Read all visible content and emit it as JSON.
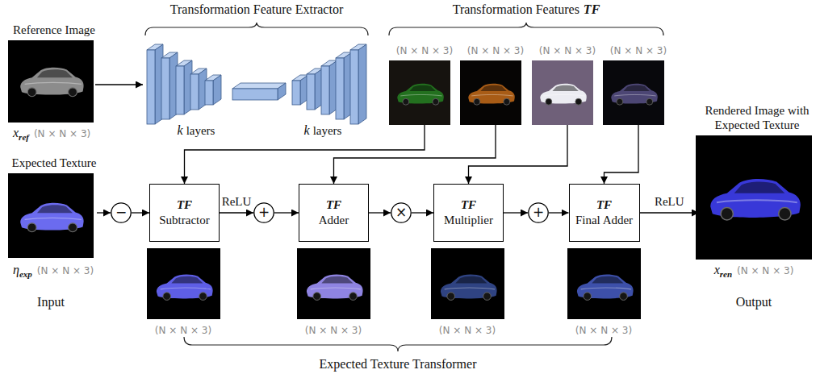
{
  "diagram": {
    "nodes": [
      {
        "text": [
          "Reference Image"
        ]
      },
      {
        "text": [
          "Expected Texture"
        ]
      },
      {
        "text": [
          "(N × N × 3)"
        ]
      },
      {
        "text": [
          "(N × N × 3)"
        ]
      },
      {
        "text": [
          "(N × N × 3)"
        ]
      },
      {
        "text": [
          "(N × N × 3)"
        ]
      },
      {
        "text": [
          "−"
        ]
      },
      {
        "text": [
          "TF",
          "Subtractor"
        ]
      },
      {
        "text": [
          "+"
        ]
      },
      {
        "text": [
          "TF",
          "Adder"
        ]
      },
      {
        "text": [
          "×"
        ]
      },
      {
        "text": [
          "TF",
          "Multiplier"
        ]
      },
      {
        "text": [
          "+"
        ]
      },
      {
        "text": [
          "TF",
          "Final Adder"
        ]
      },
      {
        "text": [
          "Rendered Image with Expected Texture"
        ]
      }
    ],
    "edges": [
      {
        "from": 1,
        "to": 6,
        "arrow": "to"
      },
      {
        "from": 6,
        "to": 7,
        "arrow": "to"
      },
      {
        "from": 7,
        "to": 8,
        "arrow": "to",
        "label": "ReLU"
      },
      {
        "from": 8,
        "to": 9,
        "arrow": "to"
      },
      {
        "from": 9,
        "to": 10,
        "arrow": "to"
      },
      {
        "from": 10,
        "to": 11,
        "arrow": "to"
      },
      {
        "from": 11,
        "to": 12,
        "arrow": "to"
      },
      {
        "from": 12,
        "to": 13,
        "arrow": "to"
      },
      {
        "from": 13,
        "to": 14,
        "arrow": "to",
        "label": "ReLU"
      },
      {
        "from": 2,
        "to": 7,
        "arrow": "to"
      },
      {
        "from": 3,
        "to": 9,
        "arrow": "to"
      },
      {
        "from": 4,
        "to": 11,
        "arrow": "to"
      },
      {
        "from": 5,
        "to": 13,
        "arrow": "to"
      }
    ],
    "labels": [
      "Transformation Feature Extractor",
      "Transformation Features",
      "TF",
      "k",
      "layers",
      "k",
      "layers",
      "x",
      "ref",
      "(N × N × 3)",
      "η",
      "exp",
      "(N × N × 3)",
      "Input",
      "(N × N × 3)",
      "(N × N × 3)",
      "(N × N × 3)",
      "(N × N × 3)",
      "Expected Texture Transformer",
      "x",
      "ren",
      "(N × N × 3)",
      "Output"
    ]
  }
}
